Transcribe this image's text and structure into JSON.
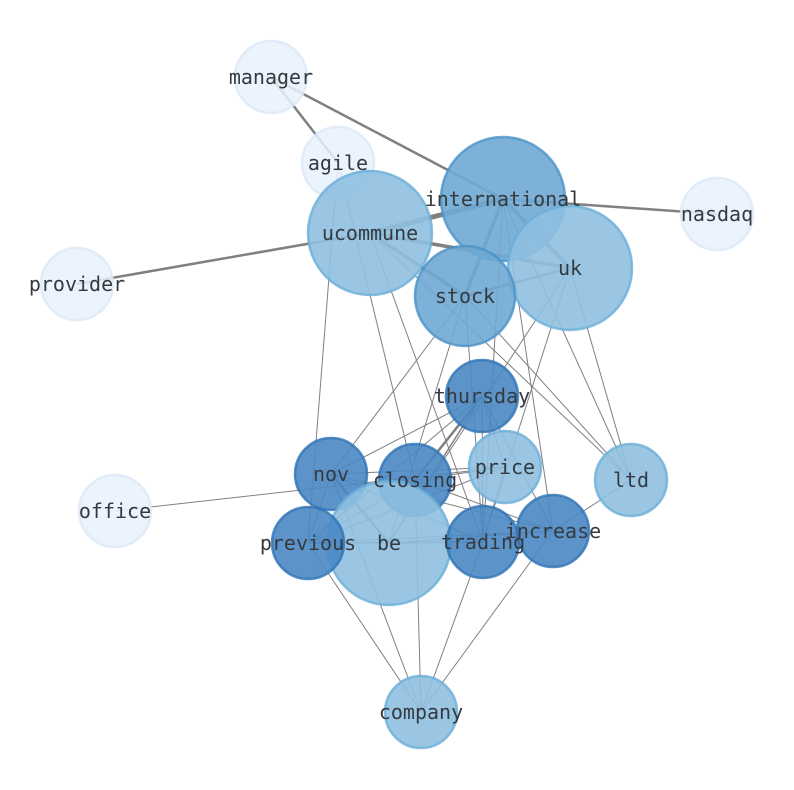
{
  "diagram": {
    "type": "network-graph",
    "colors": {
      "edge": "#808080",
      "node_scale": [
        "#e8f1fb",
        "#8fc0e0",
        "#6fa8d4",
        "#4a88c4"
      ]
    },
    "nodes": [
      {
        "id": "manager",
        "label": "manager",
        "shade": 0,
        "size": 1
      },
      {
        "id": "agile",
        "label": "agile",
        "shade": 0,
        "size": 1
      },
      {
        "id": "international",
        "label": "international",
        "shade": 2,
        "size": 3
      },
      {
        "id": "nasdaq",
        "label": "nasdaq",
        "shade": 0,
        "size": 1
      },
      {
        "id": "ucommune",
        "label": "ucommune",
        "shade": 1,
        "size": 3
      },
      {
        "id": "provider",
        "label": "provider",
        "shade": 0,
        "size": 1
      },
      {
        "id": "uk",
        "label": "uk",
        "shade": 1,
        "size": 3
      },
      {
        "id": "stock",
        "label": "stock",
        "shade": 2,
        "size": 2
      },
      {
        "id": "thursday",
        "label": "thursday",
        "shade": 3,
        "size": 1
      },
      {
        "id": "nov",
        "label": "nov",
        "shade": 3,
        "size": 1
      },
      {
        "id": "closing",
        "label": "closing",
        "shade": 3,
        "size": 1
      },
      {
        "id": "price",
        "label": "price",
        "shade": 1,
        "size": 1
      },
      {
        "id": "ltd",
        "label": "ltd",
        "shade": 1,
        "size": 1
      },
      {
        "id": "office",
        "label": "office",
        "shade": 0,
        "size": 1
      },
      {
        "id": "be",
        "label": "be",
        "shade": 1,
        "size": 3
      },
      {
        "id": "previous",
        "label": "previous",
        "shade": 3,
        "size": 1
      },
      {
        "id": "trading",
        "label": "trading",
        "shade": 3,
        "size": 1
      },
      {
        "id": "increase",
        "label": "increase",
        "shade": 3,
        "size": 1
      },
      {
        "id": "company",
        "label": "company",
        "shade": 1,
        "size": 1
      }
    ],
    "edges": [
      [
        "manager",
        "international",
        2.5
      ],
      [
        "manager",
        "agile",
        2.5
      ],
      [
        "provider",
        "ucommune",
        2.5
      ],
      [
        "ucommune",
        "international",
        5
      ],
      [
        "international",
        "nasdaq",
        2.5
      ],
      [
        "international",
        "uk",
        3.5
      ],
      [
        "ucommune",
        "uk",
        3.5
      ],
      [
        "international",
        "stock",
        3.5
      ],
      [
        "stock",
        "uk",
        2.5
      ],
      [
        "ucommune",
        "stock",
        3.5
      ],
      [
        "agile",
        "previous",
        1
      ],
      [
        "agile",
        "closing",
        1
      ],
      [
        "ucommune",
        "ltd",
        1
      ],
      [
        "ucommune",
        "trading",
        1
      ],
      [
        "stock",
        "nov",
        1
      ],
      [
        "stock",
        "trading",
        1
      ],
      [
        "stock",
        "be",
        1
      ],
      [
        "stock",
        "ltd",
        1
      ],
      [
        "international",
        "ltd",
        1
      ],
      [
        "international",
        "trading",
        1
      ],
      [
        "international",
        "increase",
        1
      ],
      [
        "uk",
        "ltd",
        1
      ],
      [
        "uk",
        "be",
        1
      ],
      [
        "uk",
        "trading",
        1
      ],
      [
        "thursday",
        "nov",
        1
      ],
      [
        "thursday",
        "closing",
        2.5
      ],
      [
        "thursday",
        "be",
        1.5
      ],
      [
        "thursday",
        "previous",
        1
      ],
      [
        "thursday",
        "trading",
        1
      ],
      [
        "thursday",
        "price",
        1
      ],
      [
        "thursday",
        "increase",
        1
      ],
      [
        "nov",
        "price",
        1
      ],
      [
        "nov",
        "trading",
        1
      ],
      [
        "nov",
        "increase",
        1
      ],
      [
        "nov",
        "be",
        2.5
      ],
      [
        "nov",
        "company",
        1
      ],
      [
        "nov",
        "previous",
        1
      ],
      [
        "office",
        "price",
        1
      ],
      [
        "closing",
        "price",
        1
      ],
      [
        "closing",
        "increase",
        1
      ],
      [
        "closing",
        "company",
        1
      ],
      [
        "closing",
        "previous",
        1
      ],
      [
        "previous",
        "trading",
        1.5
      ],
      [
        "previous",
        "increase",
        1
      ],
      [
        "be",
        "trading",
        1.5
      ],
      [
        "be",
        "increase",
        1
      ],
      [
        "previous",
        "company",
        1
      ],
      [
        "trading",
        "company",
        1
      ],
      [
        "increase",
        "company",
        1
      ],
      [
        "increase",
        "ltd",
        1
      ],
      [
        "price",
        "previous",
        1
      ],
      [
        "price",
        "trading",
        1
      ]
    ]
  }
}
